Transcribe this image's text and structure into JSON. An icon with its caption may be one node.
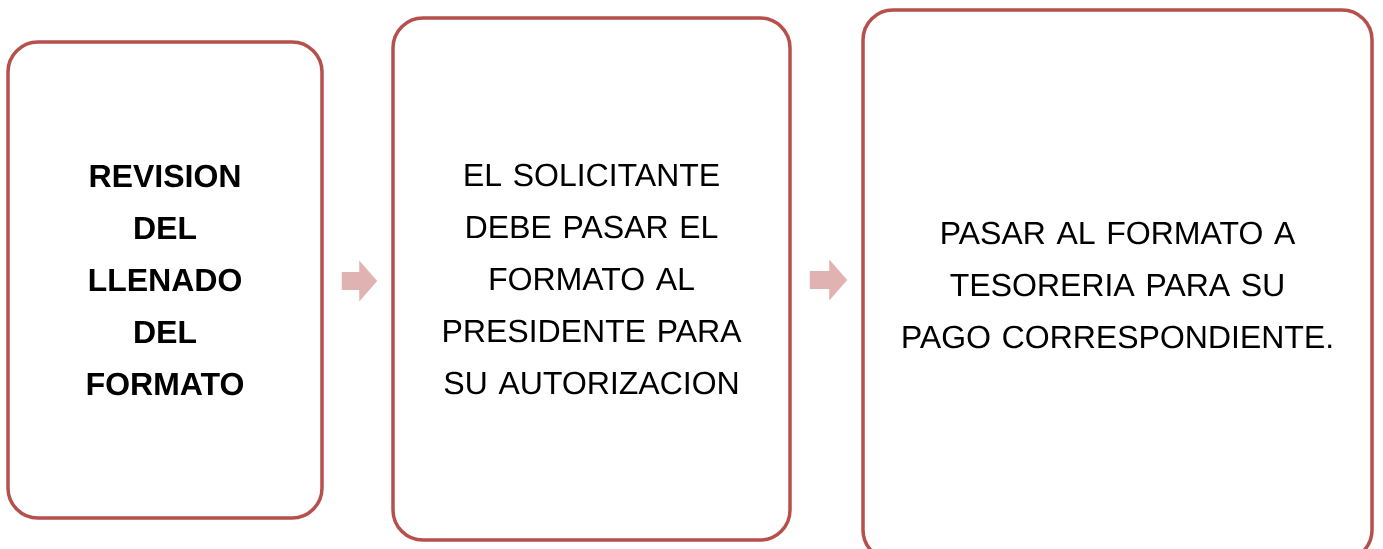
{
  "diagram": {
    "nodes": [
      {
        "text": [
          "REVISION DEL LLENADO DEL FORMATO"
        ]
      },
      {
        "text": [
          "EL SOLICITANTE DEBE PASAR EL FORMATO AL PRESIDENTE PARA SU AUTORIZACION"
        ]
      },
      {
        "text": [
          "PASAR AL FORMATO A TESORERIA PARA SU PAGO CORRESPONDIENTE."
        ]
      }
    ],
    "edges": [
      {
        "from": 0,
        "to": 1,
        "arrow": "to"
      },
      {
        "from": 1,
        "to": 2,
        "arrow": "to"
      }
    ]
  }
}
